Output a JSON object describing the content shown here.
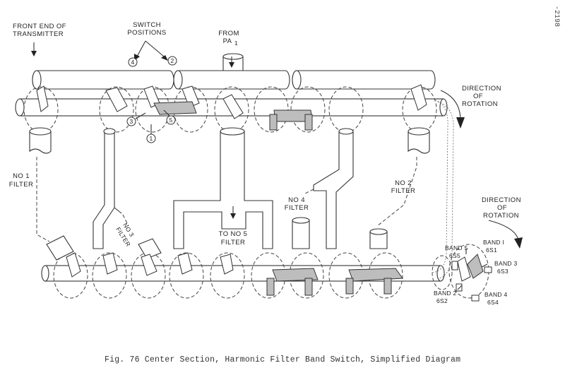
{
  "page_number": "-2198",
  "labels": {
    "front_end": [
      "FRONT END OF",
      "TRANSMITTER"
    ],
    "switch_positions": [
      "SWITCH",
      "POSITIONS"
    ],
    "from_pa": [
      "FROM",
      "PA"
    ],
    "from_pa_sub": "1",
    "direction_top": [
      "DIRECTION",
      "OF",
      "ROTATION"
    ],
    "direction_bottom": [
      "DIRECTION",
      "OF",
      "ROTATION"
    ],
    "no1_filter": [
      "NO 1",
      "FILTER"
    ],
    "no2_filter": [
      "NO 2",
      "FILTER"
    ],
    "no3_filter": [
      "NO 3",
      "FILTER"
    ],
    "no4_filter": [
      "NO 4",
      "FILTER"
    ],
    "to_no5": [
      "TO NO 5",
      "FILTER"
    ],
    "positions": [
      "4",
      "2",
      "3",
      "5",
      "1"
    ],
    "bands": {
      "band1": [
        "BAND I",
        "6S1"
      ],
      "band2": [
        "BAND 2",
        "6S2"
      ],
      "band3": [
        "BAND 3",
        "6S3"
      ],
      "band4": [
        "BAND 4",
        "6S4"
      ],
      "band5": [
        "BAND 5",
        "6S5"
      ]
    }
  },
  "caption": "Fig. 76  Center Section, Harmonic Filter Band Switch, Simplified Diagram"
}
